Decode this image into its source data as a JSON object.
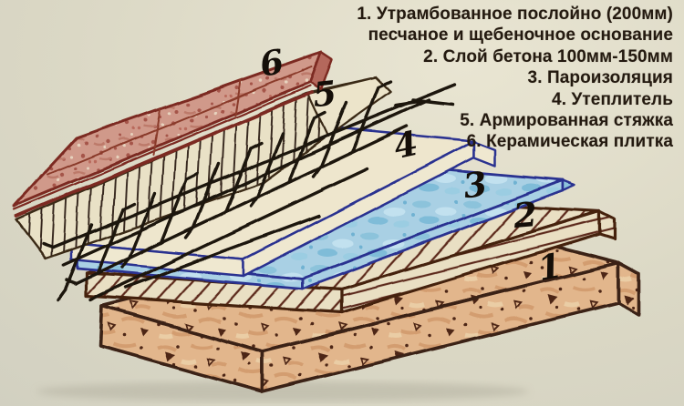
{
  "diagram": {
    "title": "Floor layers construction sketch",
    "legend_lines": [
      "1. Утрамбованное послойно (200мм)",
      "песчаное и щебеночное основание",
      "2. Слой бетона 100мм-150мм",
      "3. Пароизоляция",
      "4. Утеплитель",
      "5. Армированная стяжка",
      "6. Керамическая плитка"
    ],
    "layer_markers": [
      {
        "label": "1",
        "name": "sand-gravel-base"
      },
      {
        "label": "2",
        "name": "concrete-layer"
      },
      {
        "label": "3",
        "name": "vapor-barrier"
      },
      {
        "label": "4",
        "name": "insulation"
      },
      {
        "label": "5",
        "name": "reinforced-screed"
      },
      {
        "label": "6",
        "name": "ceramic-tile"
      }
    ],
    "colors": {
      "background": "#dbd8c5",
      "ink": "#241a10",
      "tile-red": "#d0998a",
      "tile-outline": "#7c2b20",
      "mesh-black": "#1c130b",
      "blue-outline": "#2a3190",
      "vapor-blue": "#a9d0e4",
      "concrete-hatch": "#5d2b1d",
      "dark-brown": "#3b2013",
      "sand-orange": "#e2b68c",
      "paper-cream": "#e9e1c6"
    }
  }
}
